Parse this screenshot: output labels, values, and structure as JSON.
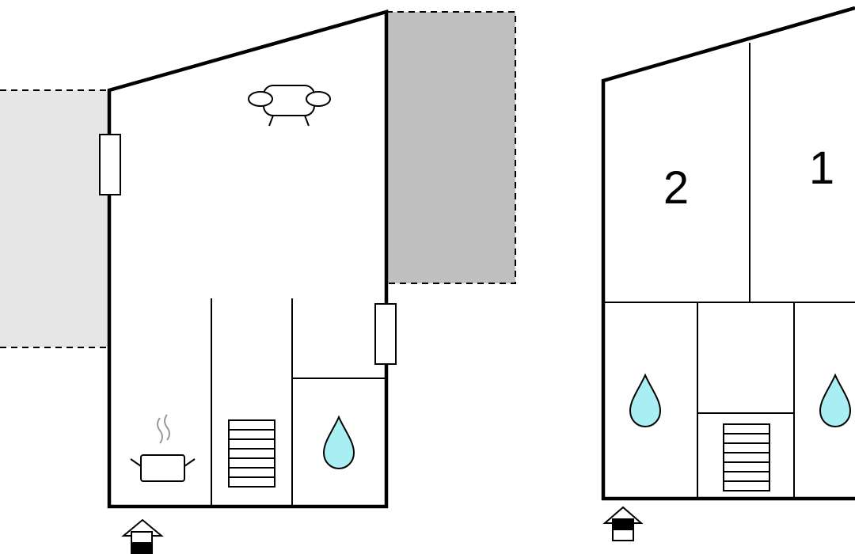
{
  "colors": {
    "wall": "#000000",
    "terrace_light": "#e6e6e6",
    "terrace_dark": "#c0c0c0",
    "water_fill": "#a8eef2",
    "background": "#ffffff"
  },
  "floors": [
    {
      "id": "ground-floor",
      "rooms": [
        {
          "id": "living-room",
          "icon": "sofa-icon"
        },
        {
          "id": "kitchen",
          "icon": "cooking-pot-icon"
        },
        {
          "id": "stairs",
          "icon": "stairs-icon"
        },
        {
          "id": "bathroom",
          "icon": "water-drop-icon"
        }
      ],
      "terraces": [
        "terrace-left",
        "terrace-right"
      ],
      "entrance_icon": "entrance-icon"
    },
    {
      "id": "upper-floor",
      "rooms": [
        {
          "id": "bedroom-2",
          "label": "2"
        },
        {
          "id": "bedroom-1",
          "label": "1"
        },
        {
          "id": "bathroom-left",
          "icon": "water-drop-icon"
        },
        {
          "id": "stairs",
          "icon": "stairs-icon"
        },
        {
          "id": "bathroom-right",
          "icon": "water-drop-icon"
        }
      ],
      "entrance_icon": "entrance-icon"
    }
  ]
}
